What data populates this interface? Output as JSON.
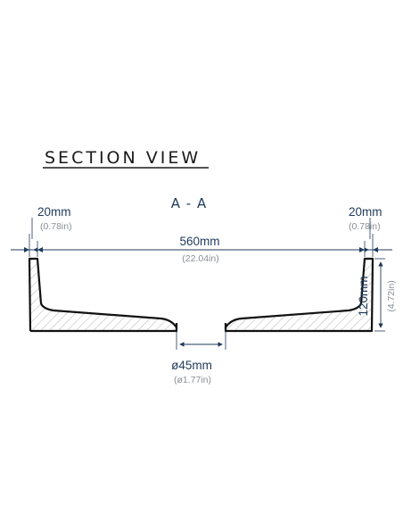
{
  "title": "SECTION VIEW",
  "section_label": "A - A",
  "dimensions": {
    "left_wall": {
      "mm": "20mm",
      "in": "(0.78in)"
    },
    "right_wall": {
      "mm": "20mm",
      "in": "(0.78in)"
    },
    "width": {
      "mm": "560mm",
      "in": "(22.04in)"
    },
    "height": {
      "mm": "120mm",
      "in": "(4.72in)"
    },
    "drain": {
      "mm": "ø45mm",
      "in": "(ø1.77in)"
    }
  },
  "colors": {
    "outline": "#111111",
    "dimension": "#1f3a5a",
    "hatch": "#9a9a9a",
    "subtext": "#8a8f96"
  }
}
